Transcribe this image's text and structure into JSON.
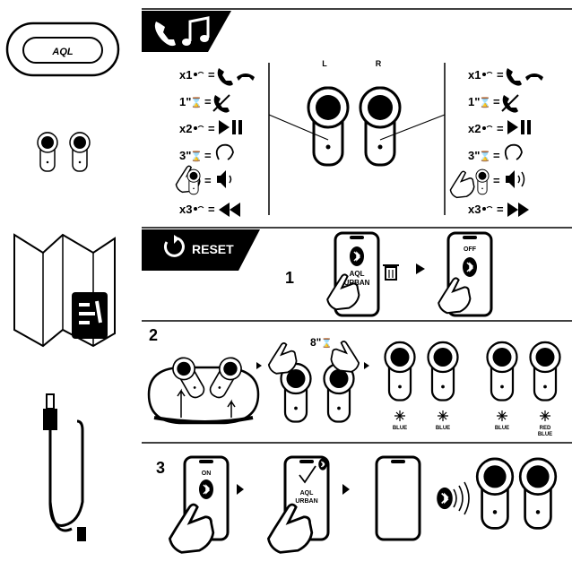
{
  "case_logo": "AQL",
  "sections": {
    "controls": {
      "icons": [
        "phone-icon",
        "music-note-icon"
      ],
      "left_label": "L",
      "right_label": "R",
      "left_gestures": [
        {
          "gesture": "x1",
          "actions": [
            "answer-call-icon",
            "hang-up-icon"
          ]
        },
        {
          "gesture": "1\"",
          "actions": [
            "reject-call-icon"
          ]
        },
        {
          "gesture": "x2",
          "actions": [
            "play-pause-icon"
          ]
        },
        {
          "gesture": "3\"",
          "actions": [
            "voice-assistant-icon"
          ]
        },
        {
          "gesture": "",
          "actions": [
            "volume-down-icon"
          ]
        },
        {
          "gesture": "x3",
          "actions": [
            "previous-track-icon"
          ]
        }
      ],
      "right_gestures": [
        {
          "gesture": "x1",
          "actions": [
            "answer-call-icon",
            "hang-up-icon"
          ]
        },
        {
          "gesture": "1\"",
          "actions": [
            "reject-call-icon"
          ]
        },
        {
          "gesture": "x2",
          "actions": [
            "play-pause-icon"
          ]
        },
        {
          "gesture": "3\"",
          "actions": [
            "voice-assistant-icon"
          ]
        },
        {
          "gesture": "",
          "actions": [
            "volume-up-icon"
          ]
        },
        {
          "gesture": "x3",
          "actions": [
            "next-track-icon"
          ]
        }
      ]
    },
    "reset": {
      "title": "RESET",
      "step1": {
        "number": "1",
        "phone1_device": "AQL",
        "phone1_device2": "URBAN",
        "phone2_status": "OFF"
      },
      "step2": {
        "number": "2",
        "hold_time": "8\"",
        "led_labels": [
          "BLUE",
          "BLUE",
          "BLUE",
          "RED",
          "BLUE"
        ]
      },
      "step3": {
        "number": "3",
        "phone1_status": "ON",
        "phone2_device": "AQL",
        "phone2_device2": "URBAN"
      }
    }
  },
  "colors": {
    "ink": "#000000",
    "paper": "#ffffff",
    "accent": "#111111"
  }
}
